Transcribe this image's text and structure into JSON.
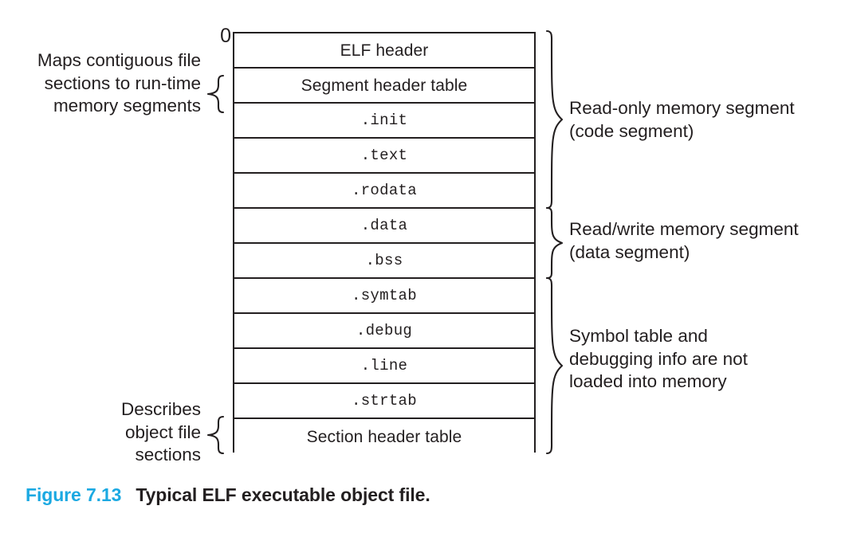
{
  "figure": {
    "origin_marker": "0",
    "caption_number": "Figure 7.13",
    "caption_title": "Typical ELF executable object file.",
    "caption_number_color": "#1ba9e2",
    "caption_title_color": "#231f20",
    "line_color": "#231f20",
    "background_color": "#ffffff"
  },
  "table": {
    "rows": [
      {
        "label": "ELF header",
        "style": "sans"
      },
      {
        "label": "Segment header table",
        "style": "sans"
      },
      {
        "label": ".init",
        "style": "mono"
      },
      {
        "label": ".text",
        "style": "mono"
      },
      {
        "label": ".rodata",
        "style": "mono"
      },
      {
        "label": ".data",
        "style": "mono"
      },
      {
        "label": ".bss",
        "style": "mono"
      },
      {
        "label": ".symtab",
        "style": "mono"
      },
      {
        "label": ".debug",
        "style": "mono"
      },
      {
        "label": ".line",
        "style": "mono"
      },
      {
        "label": ".strtab",
        "style": "mono"
      },
      {
        "label": "Section header table",
        "style": "sans"
      }
    ]
  },
  "annotations": {
    "maps": {
      "lines": [
        "Maps contiguous file",
        "sections to run-time",
        "memory segments"
      ]
    },
    "describes": {
      "lines": [
        "Describes",
        "object file",
        "sections"
      ]
    },
    "readonly": {
      "lines": [
        "Read-only memory segment",
        "(code segment)"
      ]
    },
    "readwrite": {
      "lines": [
        "Read/write memory segment",
        "(data segment)"
      ]
    },
    "symbols": {
      "lines": [
        "Symbol table and",
        "debugging info are not",
        "loaded into memory"
      ]
    }
  },
  "braces": {
    "left_segment": "curly-brace-right-facing-icon",
    "left_sections": "curly-brace-right-facing-icon",
    "right_code": "curly-brace-left-facing-icon",
    "right_data": "curly-brace-left-facing-icon",
    "right_symbol": "curly-brace-left-facing-icon"
  }
}
